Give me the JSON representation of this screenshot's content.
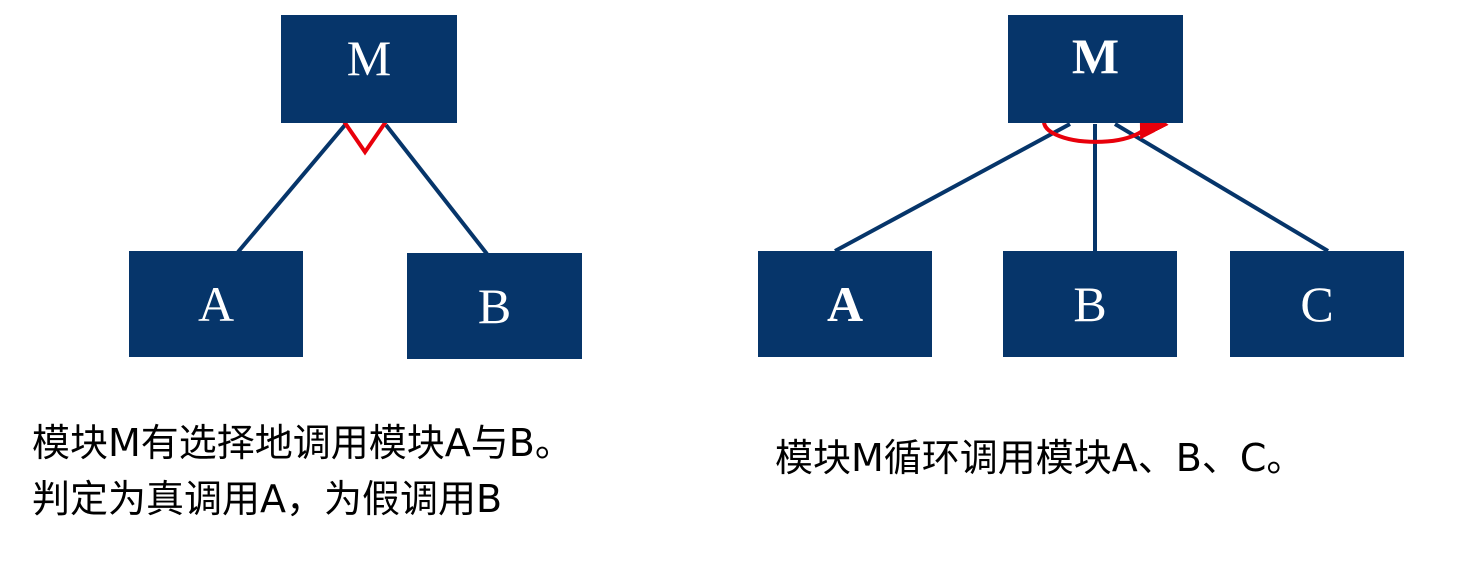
{
  "left_diagram": {
    "top_module": "M",
    "children": [
      "A",
      "B"
    ],
    "caption_line1": "模块M有选择地调用模块A与B。",
    "caption_line2": "判定为真调用A，为假调用B"
  },
  "right_diagram": {
    "top_module": "M",
    "children": [
      "A",
      "B",
      "C"
    ],
    "caption": "模块M循环调用模块A、B、C。"
  },
  "colors": {
    "module_fill": "#06356a",
    "connector": "#06356a",
    "selection_marker": "#e8000b",
    "loop_marker": "#e8000b"
  }
}
